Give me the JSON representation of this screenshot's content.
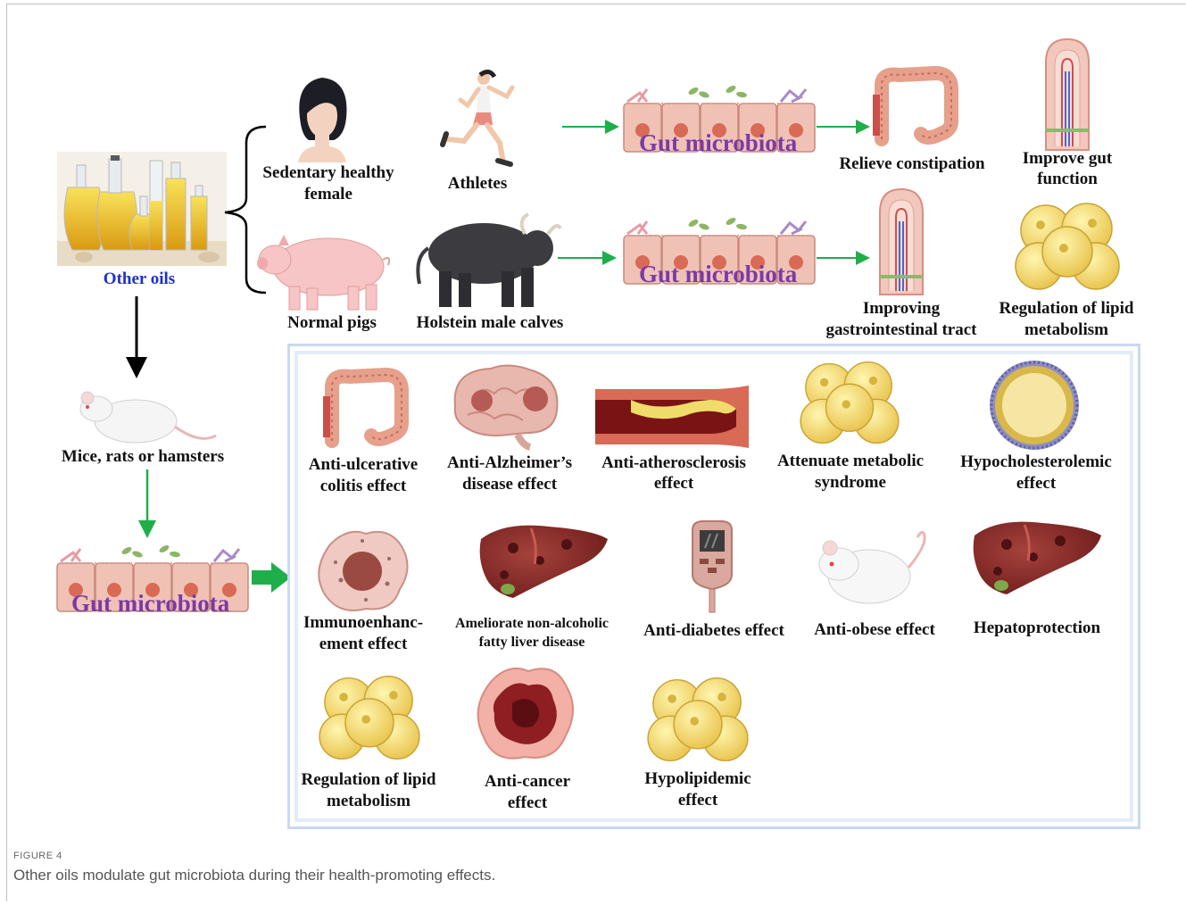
{
  "sources": {
    "oils_label": "Other oils",
    "humans": [
      "Sedentary healthy",
      "female"
    ],
    "athletes": "Athletes",
    "pigs": "Normal pigs",
    "calves": "Holstein male calves",
    "rodents": "Mice, rats or hamsters"
  },
  "gut_label": "Gut microbiota",
  "human_outcomes": {
    "constipation": "Relieve constipation",
    "gut_function": [
      "Improve gut",
      "function"
    ]
  },
  "animal_outcomes": {
    "gi_tract": [
      "Improving",
      "gastrointestinal tract"
    ],
    "lipid": [
      "Regulation of lipid",
      "metabolism"
    ]
  },
  "effects": [
    {
      "lines": [
        "Anti-ulcerative",
        "colitis effect"
      ],
      "icon": "colon-icon"
    },
    {
      "lines": [
        "Anti-Alzheimer’s",
        "disease effect"
      ],
      "icon": "brain-icon"
    },
    {
      "lines": [
        "Anti-atherosclerosis",
        "effect"
      ],
      "icon": "artery-icon"
    },
    {
      "lines": [
        "Attenuate metabolic",
        "syndrome"
      ],
      "icon": "fat-cells-icon"
    },
    {
      "lines": [
        "Hypocholesterolemic",
        "effect"
      ],
      "icon": "lipoprotein-icon"
    },
    {
      "lines": [
        "Immunoenhanc-",
        "ement effect"
      ],
      "icon": "immune-cell-icon"
    },
    {
      "lines": [
        "Ameliorate non-alcoholic",
        "fatty liver disease"
      ],
      "icon": "liver-icon"
    },
    {
      "lines": [
        "Anti-diabetes effect"
      ],
      "icon": "glucometer-icon"
    },
    {
      "lines": [
        "Anti-obese effect"
      ],
      "icon": "mouse-icon"
    },
    {
      "lines": [
        "Hepatoprotection"
      ],
      "icon": "liver-icon"
    },
    {
      "lines": [
        "Regulation of lipid",
        "metabolism"
      ],
      "icon": "fat-cells-icon"
    },
    {
      "lines": [
        "Anti-cancer",
        "effect"
      ],
      "icon": "tumor-icon"
    },
    {
      "lines": [
        "Hypolipidemic",
        "effect"
      ],
      "icon": "fat-cells-icon"
    }
  ],
  "caption": {
    "title": "FIGURE 4",
    "text": "Other oils modulate gut microbiota during their health-promoting effects."
  },
  "colors": {
    "arrow_green": "#1fae4a",
    "arrow_black": "#000000",
    "gut_text": "#7a3aa8",
    "oils_text": "#1f2fd0",
    "box_border": "#c9d9ee"
  }
}
